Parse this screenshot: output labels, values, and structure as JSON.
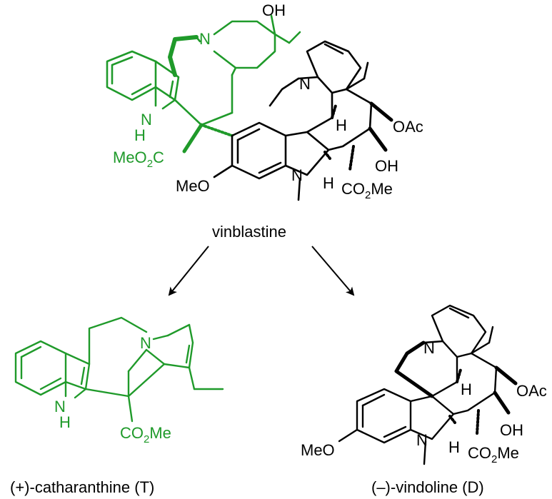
{
  "colors": {
    "catharanthine": "#1f9a2a",
    "vindoline": "#000000",
    "arrow": "#000000",
    "background": "#ffffff"
  },
  "labels": {
    "vinblastine": "vinblastine",
    "catharanthine": "(+)-catharanthine (T)",
    "vindoline": "(–)-vindoline (D)"
  },
  "vinblastine": {
    "oh_top": "OH",
    "n_pip": "N",
    "n_indole": "N",
    "h_indole": "H",
    "meo2c": "MeO",
    "meo2c_sub": "2",
    "meo2c_c": "C",
    "meo": "MeO",
    "n_vind_top": "N",
    "h_vind_1": "H",
    "oac": "OAc",
    "n_vind_bottom": "N",
    "h_vind_2": "H",
    "oh_vind": "OH",
    "co2me_co": "CO",
    "co2me_sub": "2",
    "co2me_me": "Me"
  },
  "catharanthine": {
    "n_bridge": "N",
    "n_indole": "N",
    "h_indole": "H",
    "co2me_co": "CO",
    "co2me_sub": "2",
    "co2me_me": "Me"
  },
  "vindoline": {
    "n_top": "N",
    "h_1": "H",
    "oac": "OAc",
    "meo": "MeO",
    "n_bottom": "N",
    "h_2": "H",
    "oh": "OH",
    "co2me_co": "CO",
    "co2me_sub": "2",
    "co2me_me": "Me"
  }
}
